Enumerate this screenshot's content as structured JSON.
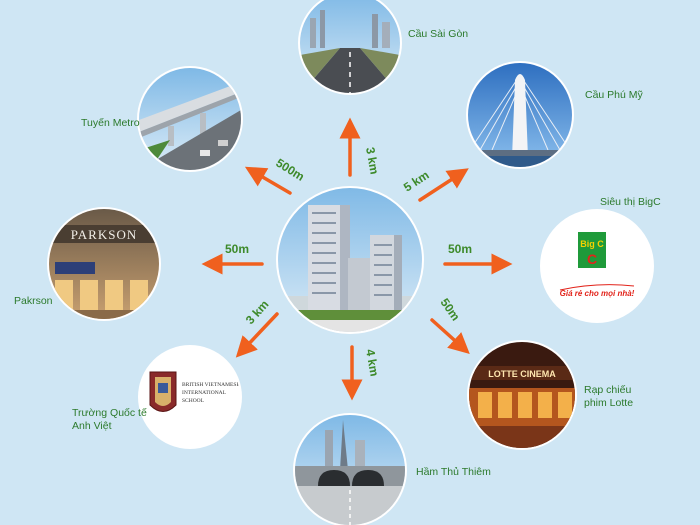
{
  "center": {
    "name": "project-tower-render"
  },
  "locations": [
    {
      "id": "cau-sai-gon",
      "label_lines": [
        "Cầu Sài Gòn"
      ],
      "distance": "3 km"
    },
    {
      "id": "cau-phu-my",
      "label_lines": [
        "Cầu Phú Mỹ"
      ],
      "distance": "5 km"
    },
    {
      "id": "sieu-thi-bigc",
      "label_lines": [
        "Siêu thị BigC"
      ],
      "distance": "50m",
      "logo_text": "Big C",
      "tagline": "Giá rẻ cho mọi nhà!"
    },
    {
      "id": "lotte-cinema",
      "label_lines": [
        "Rạp chiếu",
        "phim Lotte"
      ],
      "distance": "50m",
      "sign_text": "LOTTE CINEMA"
    },
    {
      "id": "ham-thu-thiem",
      "label_lines": [
        "Hầm Thủ Thiêm"
      ],
      "distance": "4 km"
    },
    {
      "id": "truong-quoc-te",
      "label_lines": [
        "Trường Quốc tế",
        "Anh Việt"
      ],
      "distance": "3 km",
      "logo_lines": [
        "BRITISH VIETNAMESE",
        "INTERNATIONAL",
        "SCHOOL"
      ]
    },
    {
      "id": "parkson",
      "label_lines": [
        "Pakrson"
      ],
      "distance": "50m",
      "sign_text": "PARKSON"
    },
    {
      "id": "tuyen-metro",
      "label_lines": [
        "Tuyến Metro"
      ],
      "distance": "500m"
    }
  ],
  "colors": {
    "background": "#cfe6f4",
    "arrow": "#f0601e",
    "label": "#2c7a2c"
  }
}
